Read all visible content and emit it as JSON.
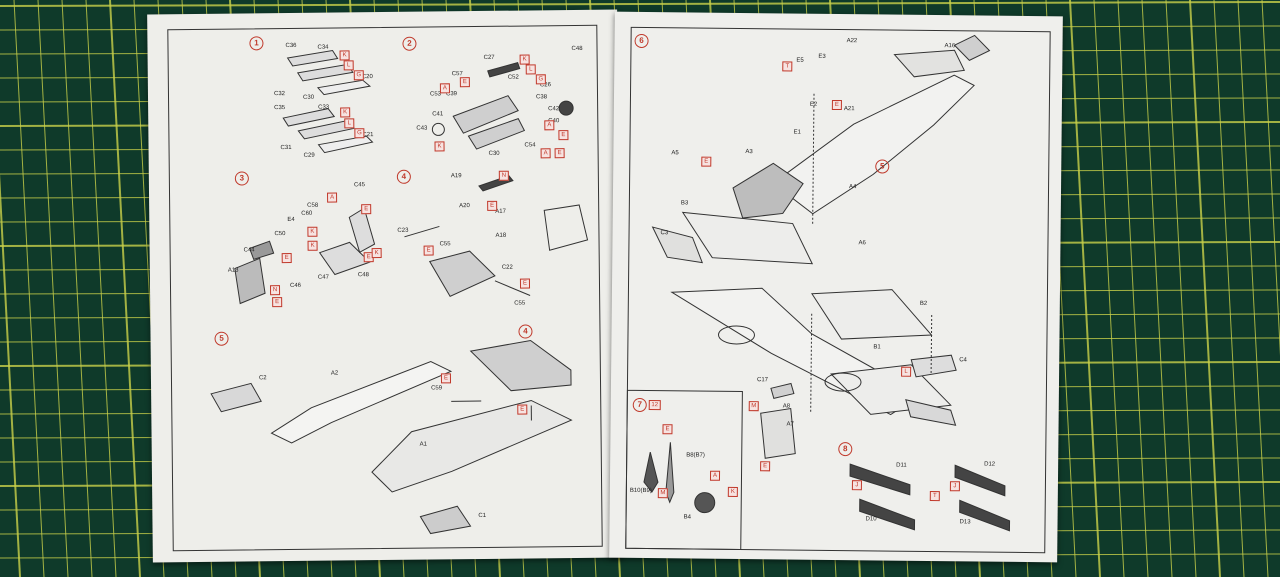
{
  "scene": "model kit instruction sheet on green cutting mat",
  "colors": {
    "mat": "#0f3a2a",
    "grid_yellow": "#c9d04a",
    "paper": "#eeeeea",
    "paint_red": "#c0392b"
  },
  "left_sheet": {
    "step1": {
      "number": "1",
      "labels": [
        "C36",
        "C34",
        "C32",
        "C30",
        "C20",
        "C35",
        "C33",
        "C31",
        "C29",
        "C21"
      ],
      "paints": [
        "K",
        "L",
        "G",
        "K",
        "L",
        "G"
      ]
    },
    "step2": {
      "number": "2",
      "labels": [
        "C27",
        "C48",
        "C57",
        "C52",
        "C26",
        "C53",
        "C39",
        "C38",
        "C42",
        "C41",
        "C43",
        "C40",
        "C54",
        "C30"
      ],
      "paints": [
        "K",
        "L",
        "E",
        "A",
        "G",
        "A",
        "E",
        "K",
        "A",
        "E"
      ]
    },
    "step3": {
      "number": "3",
      "labels": [
        "C45",
        "C58",
        "E4",
        "C60",
        "C50",
        "C44",
        "A13",
        "C46",
        "C47",
        "C48"
      ],
      "paints": [
        "A",
        "E",
        "K",
        "K",
        "E",
        "N",
        "E",
        "E",
        "K"
      ]
    },
    "step4": {
      "number": "4",
      "labels": [
        "A19",
        "A20",
        "A17",
        "A18",
        "C23",
        "C55",
        "C22",
        "C55"
      ],
      "paints": [
        "N",
        "E",
        "E",
        "E"
      ]
    },
    "step5": {
      "number": "5",
      "labels": [
        "C2",
        "A2",
        "C59",
        "A1",
        "C1"
      ],
      "paints": [
        "E",
        "E"
      ],
      "ref": "4"
    }
  },
  "right_sheet": {
    "step6": {
      "number": "6",
      "labels": [
        "A16",
        "A22",
        "E5",
        "E3",
        "E2",
        "A21",
        "E1",
        "A5",
        "A3",
        "A4",
        "B3",
        "C3",
        "A6",
        "B2",
        "B1",
        "C4",
        "C17",
        "A8",
        "A7"
      ],
      "paints": [
        "T",
        "E",
        "E",
        "L",
        "M",
        "E"
      ],
      "ref": "5"
    },
    "step7": {
      "number": "7",
      "badge": "12",
      "labels": [
        "B8(B7)",
        "B10(B9)",
        "B4"
      ],
      "paints": [
        "E",
        "M",
        "A",
        "K"
      ]
    },
    "step8": {
      "number": "8",
      "labels": [
        "D11",
        "D12",
        "D10",
        "D13"
      ],
      "paints": [
        "J",
        "J",
        "T"
      ]
    }
  }
}
